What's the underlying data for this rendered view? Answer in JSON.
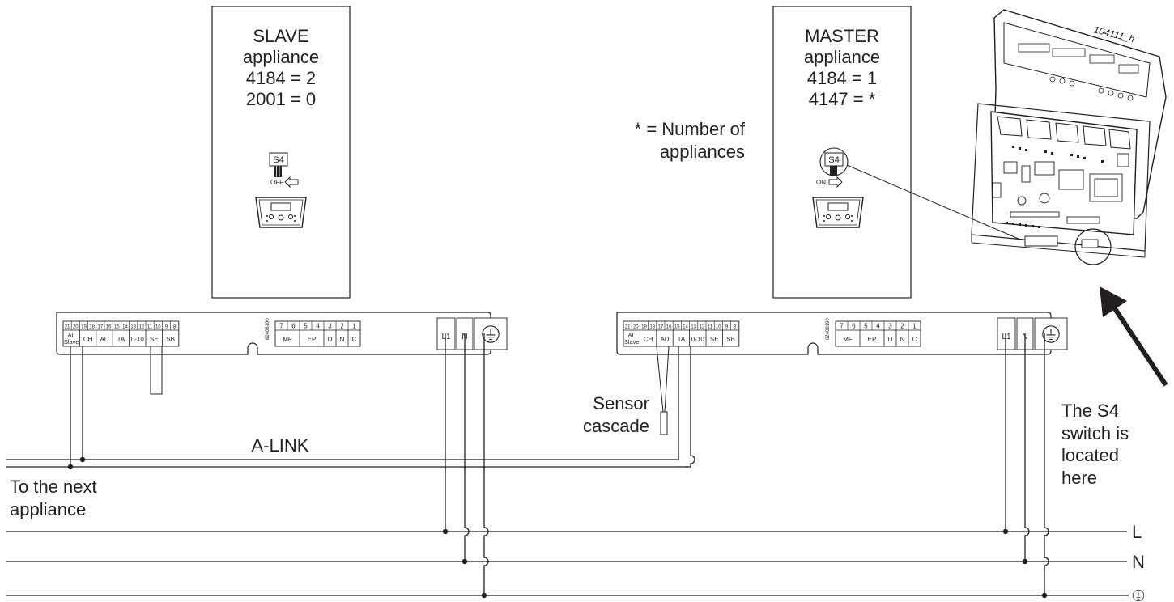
{
  "drawing_id": "104111_h",
  "slave": {
    "title_lines": [
      "SLAVE",
      "appliance",
      "4184 = 2",
      "2001 = 0"
    ],
    "switch_label": "S4",
    "switch_state": "OFF"
  },
  "master": {
    "title_lines": [
      "MASTER",
      "appliance",
      "4184 = 1",
      "4147 = *"
    ],
    "switch_label": "S4",
    "switch_state": "ON"
  },
  "note_lines": [
    "* = Number of",
    "appliances"
  ],
  "terminal_block": {
    "numbers": [
      "21",
      "20",
      "19",
      "18",
      "17",
      "16",
      "15",
      "14",
      "13",
      "12",
      "11",
      "10",
      "9",
      "8"
    ],
    "groups": [
      "AL Slave",
      "CH",
      "AD",
      "TA",
      "0-10",
      "SE",
      "SB"
    ],
    "right_numbers": [
      "7",
      "6",
      "5",
      "4",
      "3",
      "2",
      "1"
    ],
    "right_groups": [
      "MF",
      "EP",
      "D",
      "N",
      "C"
    ],
    "power_terminals": [
      "L1",
      "N"
    ],
    "code": "62408190"
  },
  "labels": {
    "sensor": [
      "Sensor",
      "cascade"
    ],
    "alink": "A-LINK",
    "next": [
      "To the next",
      "appliance"
    ],
    "s4_location": [
      "The S4",
      "switch is",
      "located",
      "here"
    ],
    "bus_L": "L",
    "bus_N": "N"
  },
  "icons": {
    "earth": "earth-ground-icon",
    "control_panel": "control-panel-icon",
    "pcb": "pcb-board-icon",
    "arrow": "arrow-icon"
  }
}
